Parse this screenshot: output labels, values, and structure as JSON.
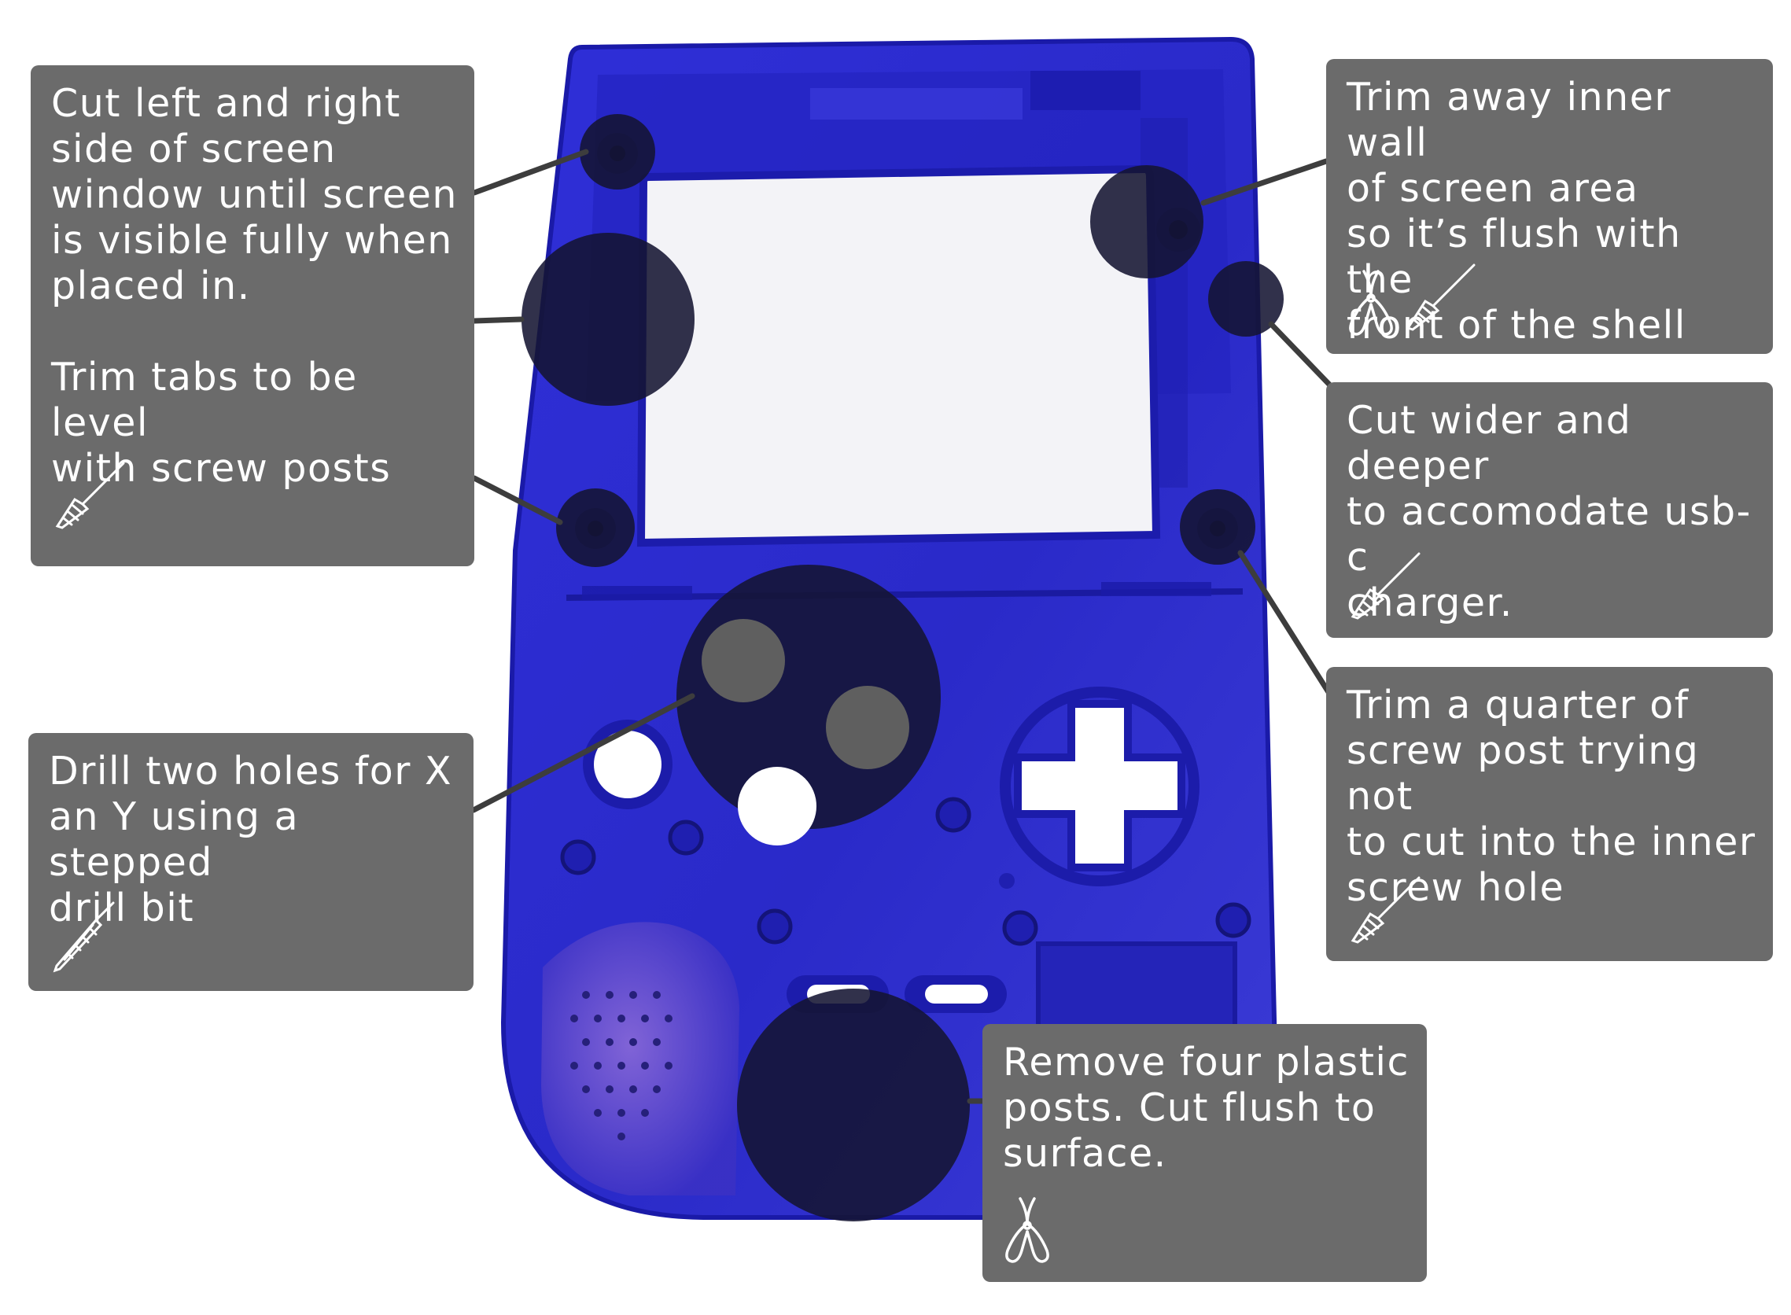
{
  "annotations": {
    "screen_window": {
      "lines": [
        "Cut left and right",
        "side of screen",
        "window until screen",
        "is visible fully when",
        "placed in."
      ],
      "lines2": [
        "Trim tabs to be level",
        "with screw posts"
      ],
      "tool_icons": [
        "scalpel-icon"
      ]
    },
    "inner_wall": {
      "lines": [
        "Trim away inner wall",
        "of screen area",
        "so it’s flush with the",
        "front of the shell"
      ],
      "tool_icons": [
        "flush-cutter-icon",
        "scalpel-icon"
      ]
    },
    "usb_c": {
      "lines": [
        "Cut wider and deeper",
        "to accomodate usb-c",
        "charger."
      ],
      "tool_icons": [
        "scalpel-icon"
      ]
    },
    "screw_post": {
      "lines": [
        "Trim a quarter of",
        "screw post trying not",
        "to cut into the inner",
        "screw hole"
      ],
      "tool_icons": [
        "scalpel-icon"
      ]
    },
    "drill_holes": {
      "lines": [
        "Drill two holes for X",
        "an Y using a stepped",
        "drill bit"
      ],
      "tool_icons": [
        "step-drill-bit-icon"
      ]
    },
    "plastic_posts": {
      "lines": [
        "Remove four plastic",
        "posts. Cut flush to",
        "surface."
      ],
      "tool_icons": [
        "flush-cutter-icon"
      ]
    }
  },
  "colors": {
    "shell": "#2b2bd0",
    "shell_dark": "#1717a0",
    "note_bg": "#6b6b6b",
    "highlight": "#141432",
    "leader": "#3d3d3d"
  }
}
